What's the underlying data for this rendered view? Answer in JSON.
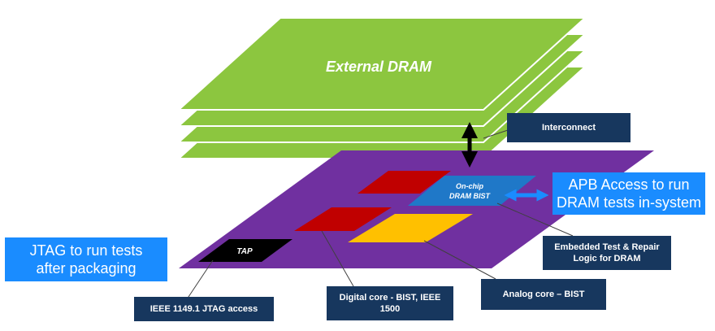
{
  "diagram": {
    "dram_label": "External DRAM",
    "tap_label": "TAP",
    "bist_label_line1": "On-chip",
    "bist_label_line2": "DRAM BIST",
    "colors": {
      "dram": "#8cc63f",
      "dram_edge": "#ffffff",
      "die": "#7030a0",
      "digital_core": "#c00000",
      "analog_core": "#ffc000",
      "bist": "#1f78c8",
      "tap": "#000000",
      "callout_navy": "#17375e",
      "callout_blue": "#1a8cff"
    }
  },
  "labels": {
    "interconnect": "Interconnect",
    "apb_line1": "APB Access to run",
    "apb_line2": "DRAM tests in-system",
    "jtag_line1": "JTAG to run tests",
    "jtag_line2": "after packaging",
    "embedded_line1": "Embedded Test & Repair",
    "embedded_line2": "Logic for DRAM",
    "ieee_jtag": "IEEE 1149.1 JTAG access",
    "digital_line1": "Digital core  - BIST, IEEE",
    "digital_line2": "1500",
    "analog": "Analog core  –  BIST"
  }
}
